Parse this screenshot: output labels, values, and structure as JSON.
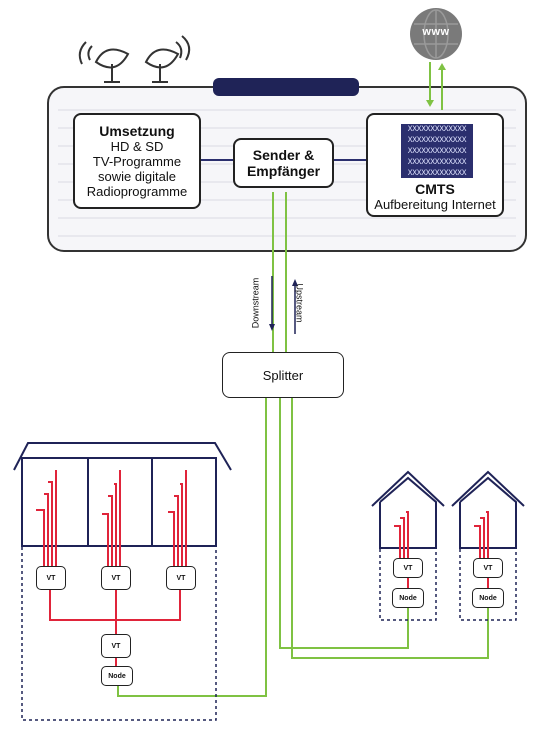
{
  "internet": {
    "label": "www"
  },
  "headend": {
    "umsetzung": {
      "title": "Umsetzung",
      "lines": [
        "HD & SD",
        "TV-Programme",
        "sowie digitale",
        "Radioprogramme"
      ]
    },
    "sender": {
      "title": "Sender &\nEmpfänger"
    },
    "cmts": {
      "grid_text": "XXXXXXXXXXXXX",
      "title": "CMTS",
      "subtitle": "Aufbereitung Internet"
    }
  },
  "links": {
    "downstream": "Downstream",
    "upstream": "Upstream"
  },
  "splitter": {
    "label": "Splitter"
  },
  "building": {
    "vt_label": "VT",
    "node_label": "Node"
  },
  "colors": {
    "green": "#7fc243",
    "red": "#e0243a",
    "navy": "#1f2357",
    "dark": "#222222"
  }
}
